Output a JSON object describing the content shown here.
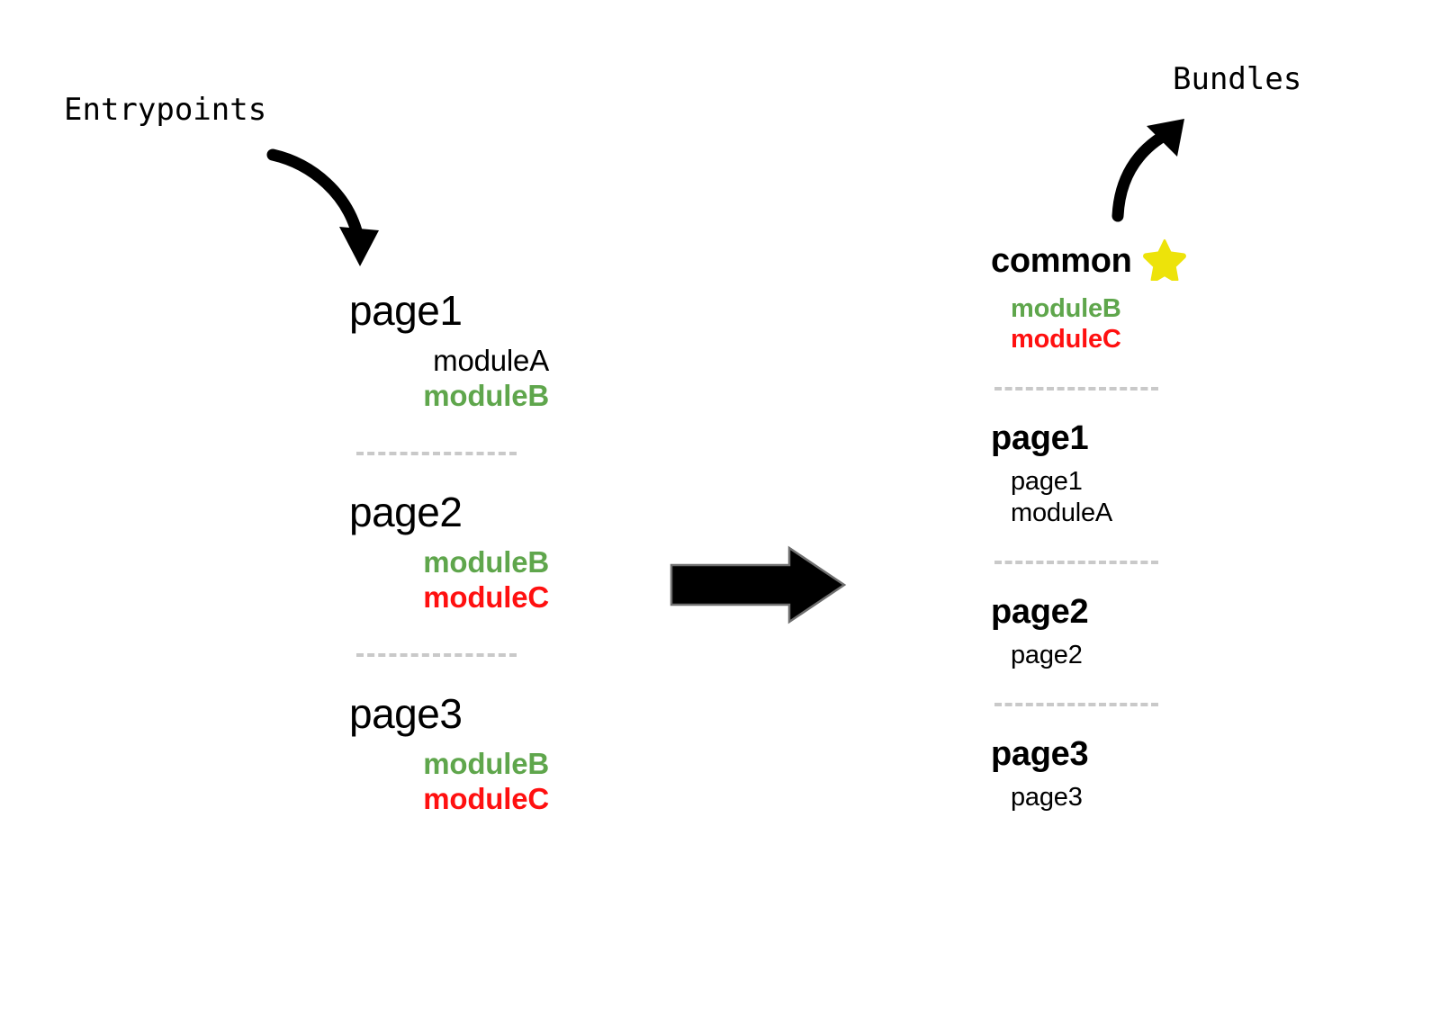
{
  "diagram": {
    "title_left": "Entrypoints",
    "title_right": "Bundles",
    "colors": {
      "module_shared_green": "#5FA64C",
      "module_shared_red": "#FF1010",
      "plain_black": "#000000",
      "divider_gray": "#C9C9C9",
      "star_yellow": "#EDE30A",
      "arrow_black": "#000000",
      "background": "#FFFFFF"
    },
    "icons": {
      "star": "star-icon",
      "curve_arrow_down": "curved-arrow-down-right-icon",
      "curve_arrow_up": "curved-arrow-up-right-icon",
      "transform_arrow": "right-arrow-icon"
    }
  },
  "entrypoints": {
    "label": "Entrypoints",
    "groups": [
      {
        "title": "page1",
        "items": [
          {
            "text": "moduleA",
            "style": "plain"
          },
          {
            "text": "moduleB",
            "style": "green"
          }
        ]
      },
      {
        "title": "page2",
        "items": [
          {
            "text": "moduleB",
            "style": "green"
          },
          {
            "text": "moduleC",
            "style": "red"
          }
        ]
      },
      {
        "title": "page3",
        "items": [
          {
            "text": "moduleB",
            "style": "green"
          },
          {
            "text": "moduleC",
            "style": "red"
          }
        ]
      }
    ]
  },
  "bundles": {
    "label": "Bundles",
    "groups": [
      {
        "title": "common",
        "starred": true,
        "items": [
          {
            "text": "moduleB",
            "style": "green"
          },
          {
            "text": "moduleC",
            "style": "red"
          }
        ]
      },
      {
        "title": "page1",
        "starred": false,
        "items": [
          {
            "text": "page1",
            "style": "plain"
          },
          {
            "text": "moduleA",
            "style": "plain"
          }
        ]
      },
      {
        "title": "page2",
        "starred": false,
        "items": [
          {
            "text": "page2",
            "style": "plain"
          }
        ]
      },
      {
        "title": "page3",
        "starred": false,
        "items": [
          {
            "text": "page3",
            "style": "plain"
          }
        ]
      }
    ]
  }
}
